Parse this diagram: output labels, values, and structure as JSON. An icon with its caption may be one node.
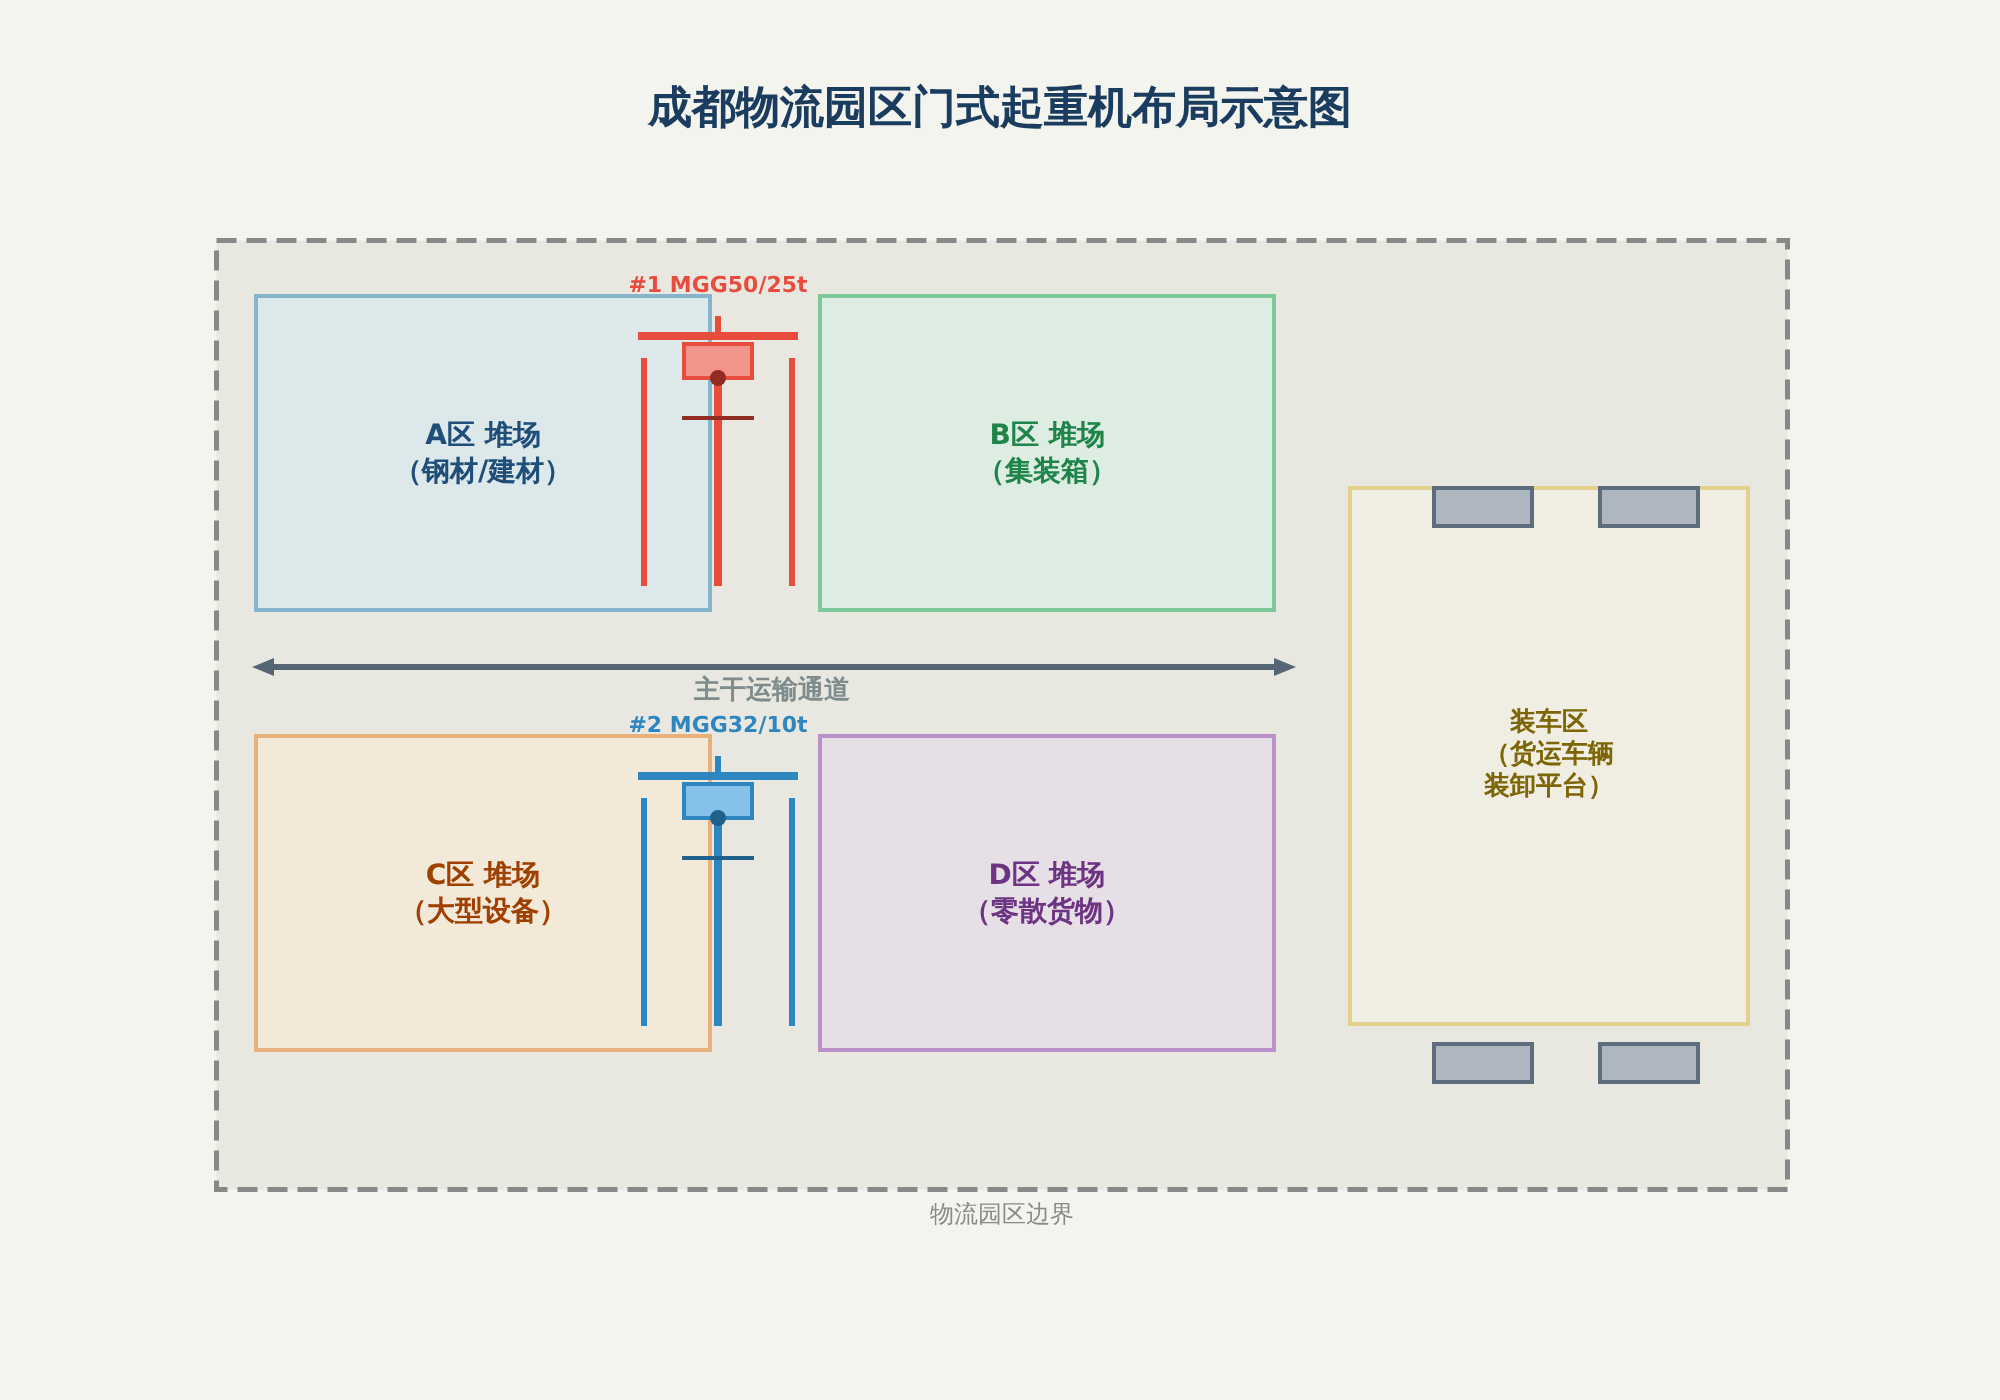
{
  "diagram": {
    "title": "成都物流园区门式起重机布局示意图",
    "nodes": [
      {
        "text": [
          "物流园区边界"
        ]
      },
      {
        "text": [
          "#1 MGG50/25t"
        ],
        "in": 0
      },
      {
        "text": [
          "A区 堆场",
          "（钢材/建材）"
        ],
        "in": 0
      },
      {
        "text": [
          "B区 堆场",
          "（集装箱）"
        ],
        "in": 0
      },
      {
        "text": [
          "装车区",
          "（货运车辆装卸平台）"
        ],
        "in": 0
      },
      {
        "text": [
          "#2 MGG32/10t"
        ],
        "in": 0
      },
      {
        "text": [
          "C区 堆场",
          "（大型设备）"
        ],
        "in": 0
      },
      {
        "text": [
          "D区 堆场",
          "（零散货物）"
        ],
        "in": 0
      }
    ],
    "labels": [
      "主干运输通道"
    ]
  }
}
